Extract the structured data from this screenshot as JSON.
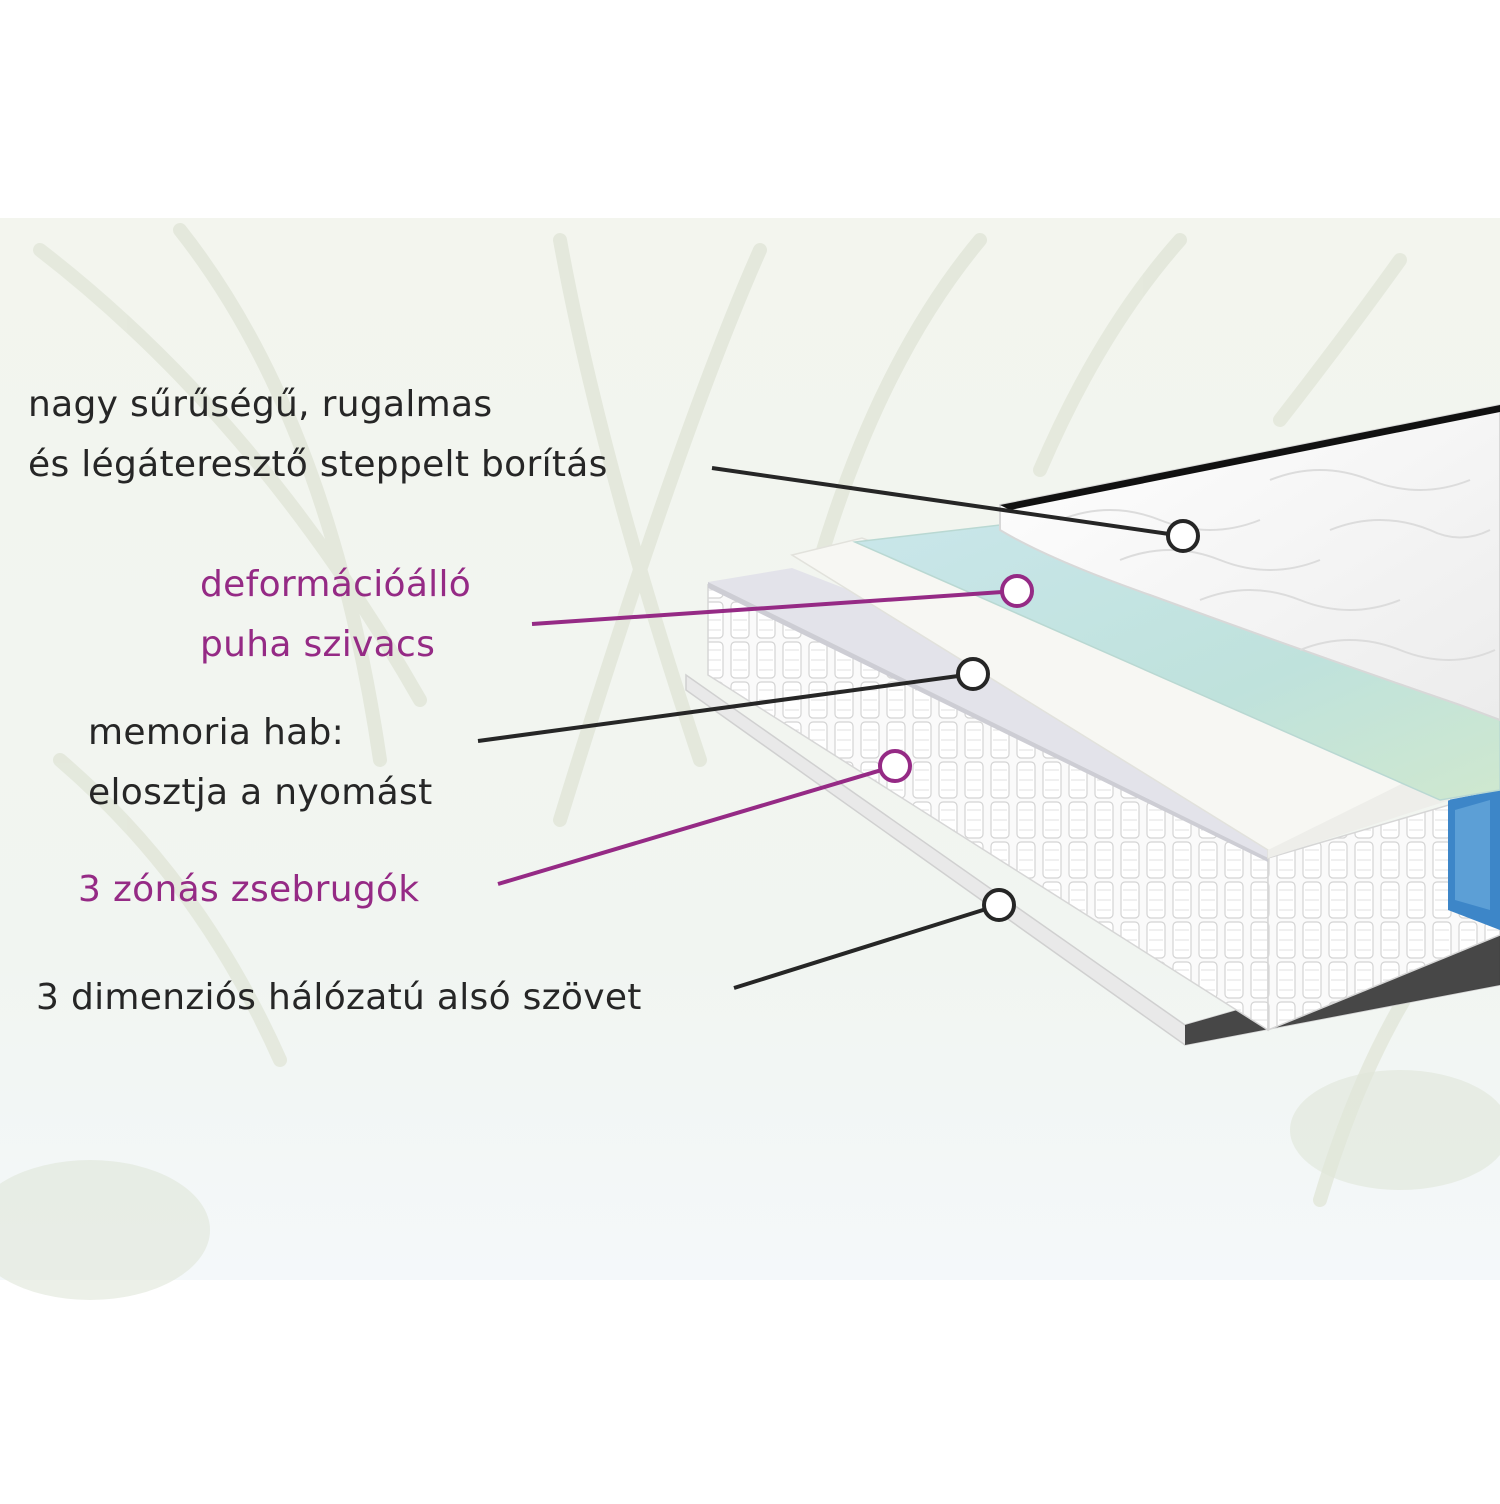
{
  "colors": {
    "dark": "#262626",
    "accent": "#952a85",
    "background": "#ffffff",
    "panel_tint": "#eef3ee"
  },
  "layers": [
    {
      "id": "cover",
      "color_key": "dark",
      "lines": [
        "nagy sűrűségű, rugalmas",
        "és légáteresztő steppelt borítás"
      ]
    },
    {
      "id": "soft-foam",
      "color_key": "accent",
      "lines": [
        "deformációálló",
        "puha szivacs"
      ]
    },
    {
      "id": "memory-foam",
      "color_key": "dark",
      "lines": [
        "memoria hab:",
        "elosztja a nyomást"
      ]
    },
    {
      "id": "pocket-springs",
      "color_key": "accent",
      "lines": [
        "3 zónás zsebrugók"
      ]
    },
    {
      "id": "bottom-fabric",
      "color_key": "dark",
      "lines": [
        "3 dimenziós hálózatú alsó szövet"
      ]
    }
  ]
}
